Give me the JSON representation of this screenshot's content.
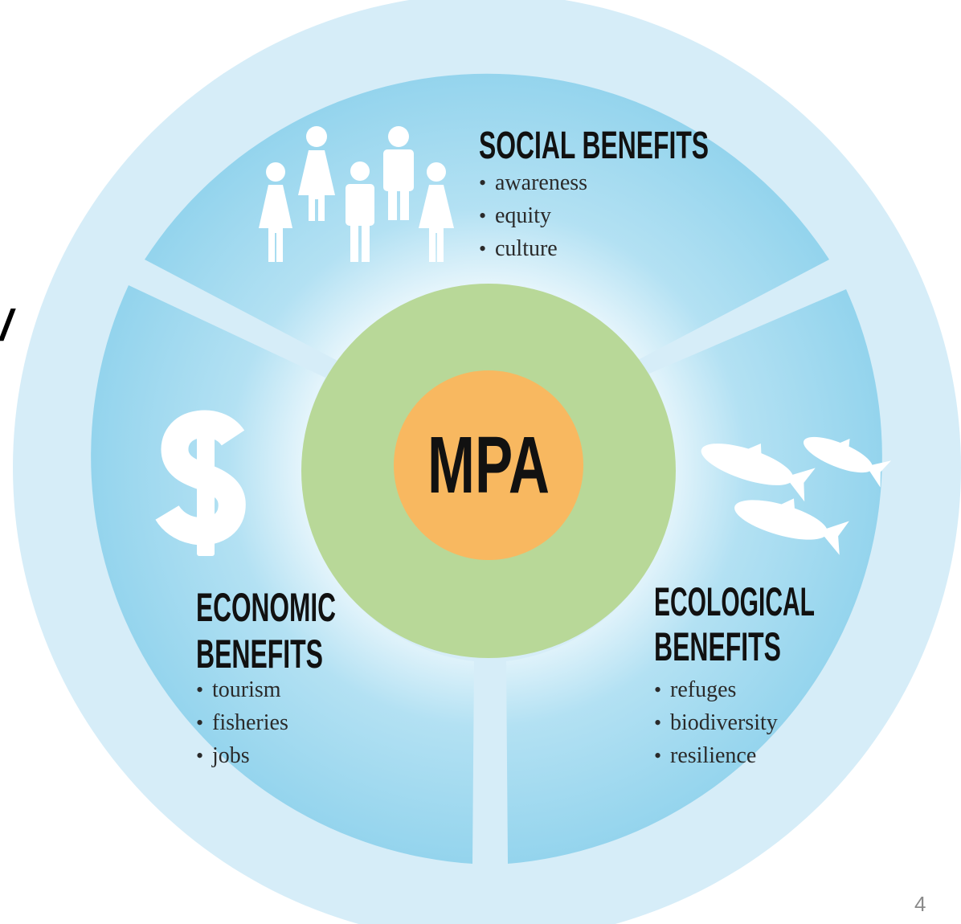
{
  "center": {
    "label": "MPA"
  },
  "social": {
    "title": "SOCIAL BENEFITS",
    "items": [
      "awareness",
      "equity",
      "culture"
    ],
    "icon": "people-icon"
  },
  "economic": {
    "title_lines": [
      "ECONOMIC",
      "BENEFITS"
    ],
    "items": [
      "tourism",
      "fisheries",
      "jobs"
    ],
    "icon": "dollar-icon"
  },
  "ecological": {
    "title_lines": [
      "ECOLOGICAL",
      "BENEFITS"
    ],
    "items": [
      "refuges",
      "biodiversity",
      "resilience"
    ],
    "icon": "fish-icon"
  },
  "bullet": "•",
  "page_number": "4",
  "edge_mark": "/",
  "colors": {
    "outer_ring": "#d6edf8",
    "segment": "#95d5ee",
    "green_ring": "#b8d898",
    "orange_core": "#f8b860",
    "icon": "#ffffff"
  }
}
